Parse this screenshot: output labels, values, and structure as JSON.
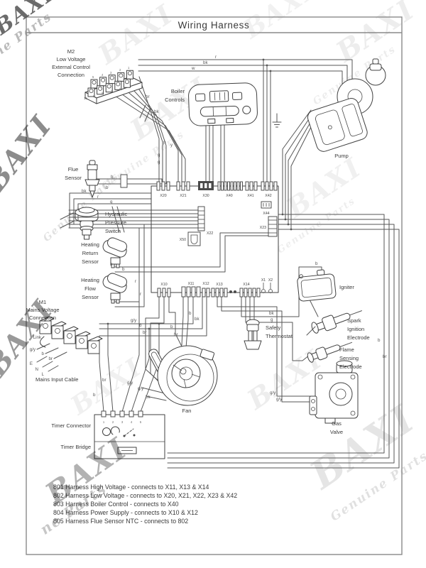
{
  "title": "Wiring Harness",
  "watermark": {
    "brand": "BAXI",
    "tagline": "Genuine Parts",
    "partial": "ne Parts"
  },
  "components": {
    "m2": {
      "lines": [
        "M2",
        "Low Voltage",
        "External Control",
        "Connection"
      ],
      "terminals": [
        "1",
        "2",
        "3",
        "4",
        "5",
        "6",
        "7",
        "8",
        "9",
        "10"
      ]
    },
    "boiler_controls": {
      "lines": [
        "Boiler",
        "Controls"
      ]
    },
    "pump": {
      "label": "Pump"
    },
    "flue_sensor": {
      "lines": [
        "Flue",
        "Sensor"
      ]
    },
    "hydraulic_pressure_switch": {
      "lines": [
        "Hydraulic",
        "Pressure",
        "Switch"
      ]
    },
    "heating_return_sensor": {
      "lines": [
        "Heating",
        "Return",
        "Sensor"
      ]
    },
    "heating_flow_sensor": {
      "lines": [
        "Heating",
        "Flow",
        "Sensor"
      ]
    },
    "m1": {
      "lines": [
        "M1",
        "Mains Voltage",
        "Connection"
      ]
    },
    "mains_input_cable": {
      "label": "Mains Input Cable"
    },
    "timer_connector": {
      "label": "Timer Connector",
      "pins": [
        "1",
        "2",
        "3",
        "4",
        "5"
      ]
    },
    "timer_bridge": {
      "label": "Timer Bridge"
    },
    "fan": {
      "label": "Fan"
    },
    "safety_thermostat": {
      "lines": [
        "Safety",
        "Thermostat"
      ]
    },
    "igniter": {
      "label": "Igniter"
    },
    "spark_ignition_electrode": {
      "lines": [
        "Spark",
        "Ignition",
        "Electrode"
      ]
    },
    "flame_sensing_electrode": {
      "lines": [
        "Flame",
        "Sensing",
        "Electrode"
      ]
    },
    "gas_valve": {
      "lines": [
        "Gas",
        "Valve"
      ]
    }
  },
  "pcb": {
    "top": [
      "X20",
      "X21",
      "X30",
      "X40",
      "X41",
      "X42"
    ],
    "x44": "X44",
    "left": "X22",
    "x50": "X50",
    "right": "X23",
    "bottom": [
      "X10",
      "X11",
      "X12",
      "X13",
      "X14"
    ],
    "aux": [
      "X1",
      "X2"
    ]
  },
  "wire_labels": [
    "r",
    "bk",
    "w",
    "br",
    "bk",
    "p",
    "y",
    "g",
    "g",
    "b",
    "b",
    "bk",
    "r",
    "g",
    "b",
    "b",
    "r",
    "r",
    "Link",
    "g/y",
    "b",
    "br",
    "E",
    "N",
    "L",
    "g/y",
    "b",
    "br",
    "br",
    "b",
    "g/y",
    "b",
    "bk",
    "b",
    "br",
    "g/y",
    "bk",
    "bk",
    "g",
    "b",
    "g/y",
    "g/y",
    "b",
    "br"
  ],
  "legend": {
    "lines": [
      "801 Harness High Voltage - connects to X11, X13 & X14",
      "802 Harness Low Voltage - connects to X20, X21, X22, X23 & X42",
      "803 Harness Boiler Control - connects to X40",
      "804 Harness Power Supply - connects to X10 & X12",
      "805 Harness Flue Sensor NTC - connects to 802"
    ]
  }
}
